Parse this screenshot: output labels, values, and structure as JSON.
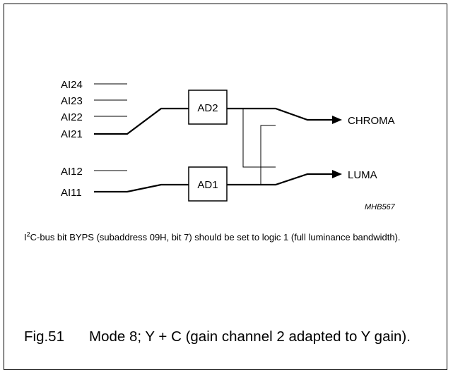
{
  "diagram": {
    "inputs_ad2": [
      "AI24",
      "AI23",
      "AI22",
      "AI21"
    ],
    "inputs_ad1": [
      "AI12",
      "AI11"
    ],
    "blocks": {
      "ad2": "AD2",
      "ad1": "AD1"
    },
    "outputs": {
      "chroma": "CHROMA",
      "luma": "LUMA"
    },
    "figure_code": "MHB567"
  },
  "note": {
    "prefix": "I",
    "superscript": "2",
    "text": "C-bus bit BYPS (subaddress 09H, bit 7) should be set to logic 1 (full luminance bandwidth)."
  },
  "caption": {
    "number": "Fig.51",
    "text": "Mode 8; Y + C (gain channel 2 adapted to Y gain)."
  }
}
